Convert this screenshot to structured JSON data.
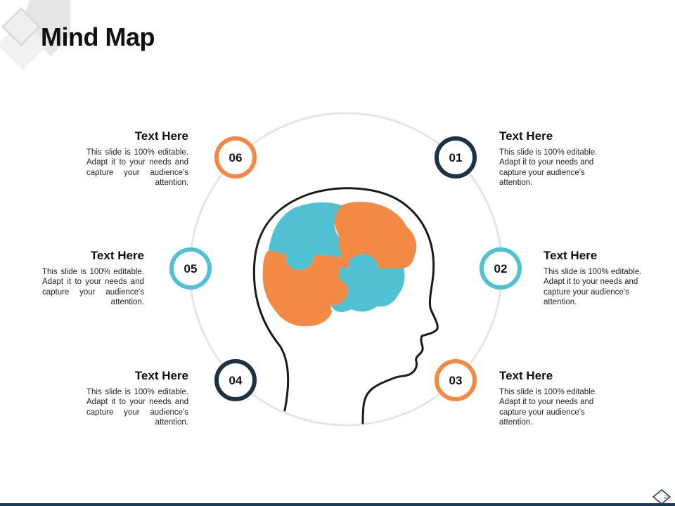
{
  "title": "Mind Map",
  "colors": {
    "orange": "#f28a45",
    "teal": "#4fc1d2",
    "navy": "#1b3144",
    "ring": "#e5e5e5",
    "footer": "#1f3a57"
  },
  "items": [
    {
      "number": "01",
      "heading": "Text Here",
      "body": "This slide is 100% editable. Adapt it to your needs and capture your audience's attention."
    },
    {
      "number": "02",
      "heading": "Text Here",
      "body": "This slide is 100% editable. Adapt it to your needs and capture your audience's attention."
    },
    {
      "number": "03",
      "heading": "Text Here",
      "body": "This slide is 100% editable. Adapt it to your needs and capture your audience's attention."
    },
    {
      "number": "04",
      "heading": "Text Here",
      "body": "This slide is 100% editable. Adapt it to your needs and capture your audience's attention."
    },
    {
      "number": "05",
      "heading": "Text Here",
      "body": "This slide is 100% editable. Adapt it to your needs and capture your audience's attention."
    },
    {
      "number": "06",
      "heading": "Text Here",
      "body": "This slide is 100% editable. Adapt it to your needs and capture your audience's attention."
    }
  ],
  "page_number": "52"
}
